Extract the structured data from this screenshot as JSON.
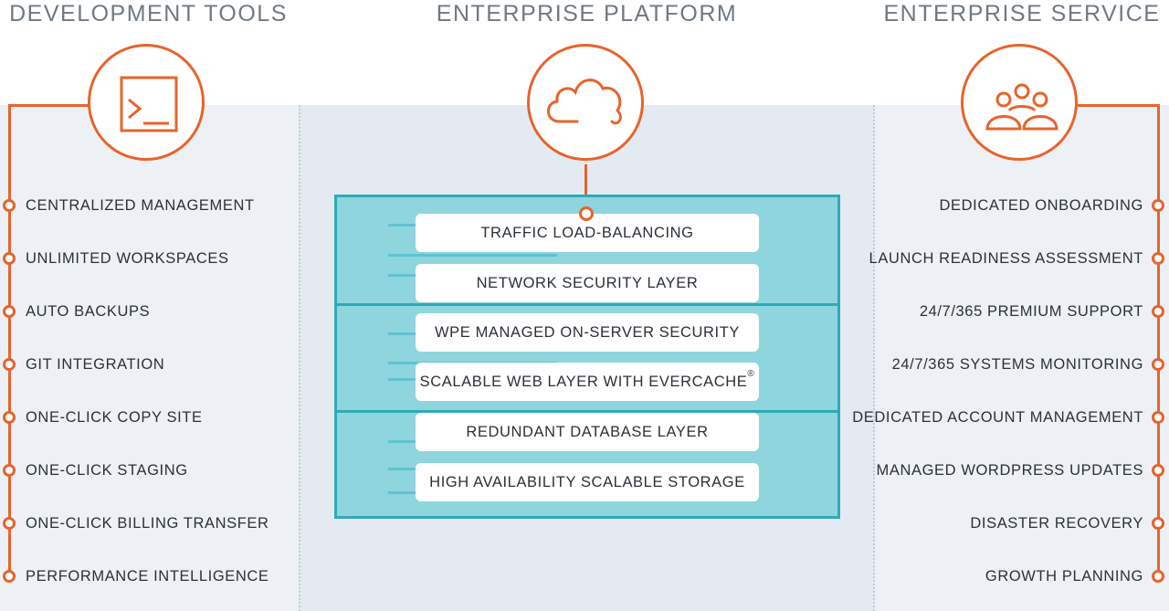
{
  "columns": {
    "dev_tools": {
      "title": "DEVELOPMENT TOOLS",
      "icon": "terminal-icon",
      "items": [
        "CENTRALIZED MANAGEMENT",
        "UNLIMITED WORKSPACES",
        "AUTO BACKUPS",
        "GIT INTEGRATION",
        "ONE-CLICK COPY SITE",
        "ONE-CLICK STAGING",
        "ONE-CLICK BILLING TRANSFER",
        "PERFORMANCE INTELLIGENCE"
      ]
    },
    "platform": {
      "title": "ENTERPRISE PLATFORM",
      "icon": "cloud-icon",
      "layers": [
        "TRAFFIC LOAD-BALANCING",
        "NETWORK SECURITY LAYER",
        "WPE MANAGED ON-SERVER SECURITY",
        "SCALABLE WEB LAYER WITH EVERCACHE",
        "REDUNDANT DATABASE LAYER",
        "HIGH AVAILABILITY SCALABLE STORAGE"
      ],
      "registered_mark": "®"
    },
    "service": {
      "title": "ENTERPRISE SERVICE",
      "icon": "people-icon",
      "items": [
        "DEDICATED ONBOARDING",
        "LAUNCH READINESS ASSESSMENT",
        "24/7/365 PREMIUM SUPPORT",
        "24/7/365 SYSTEMS MONITORING",
        "DEDICATED ACCOUNT MANAGEMENT",
        "MANAGED WORDPRESS UPDATES",
        "DISASTER RECOVERY",
        "GROWTH PLANNING"
      ]
    }
  },
  "colors": {
    "accent": "#e8632b",
    "platform_fill": "#8fd5de",
    "platform_border": "#2eaab6",
    "panel_bg": "#edf1f5",
    "text": "#2a3138",
    "title": "#6f7982"
  }
}
